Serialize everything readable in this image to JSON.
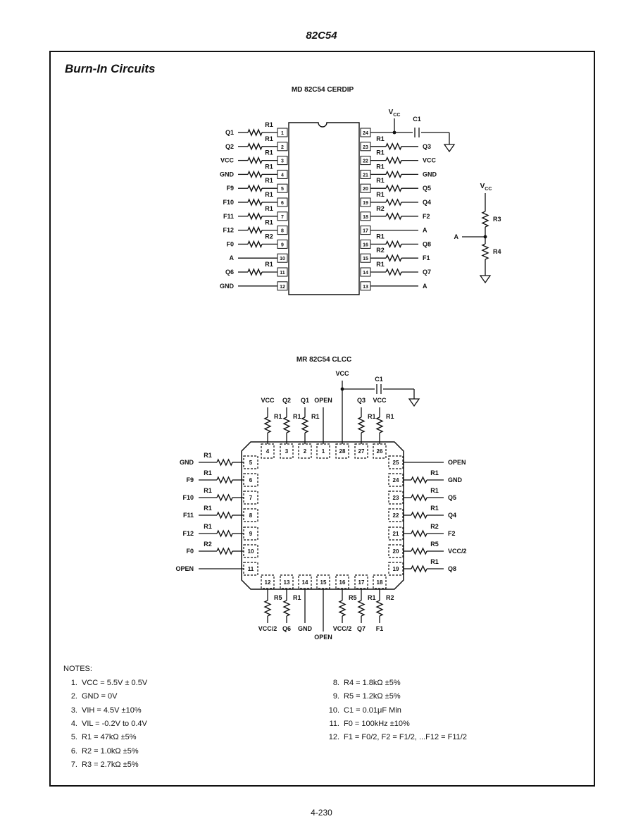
{
  "header": {
    "title": "82C54"
  },
  "section": {
    "title": "Burn-In Circuits"
  },
  "cerdip": {
    "title": "MD 82C54 CERDIP",
    "vcc": "VCC",
    "c1": "C1",
    "left_pins": [
      {
        "num": "1",
        "signal": "Q1",
        "res": "R1"
      },
      {
        "num": "2",
        "signal": "Q2",
        "res": "R1"
      },
      {
        "num": "3",
        "signal": "VCC",
        "res": "R1"
      },
      {
        "num": "4",
        "signal": "GND",
        "res": "R1"
      },
      {
        "num": "5",
        "signal": "F9",
        "res": "R1"
      },
      {
        "num": "6",
        "signal": "F10",
        "res": "R1"
      },
      {
        "num": "7",
        "signal": "F11",
        "res": "R1"
      },
      {
        "num": "8",
        "signal": "F12",
        "res": "R1"
      },
      {
        "num": "9",
        "signal": "F0",
        "res": "R2"
      },
      {
        "num": "10",
        "signal": "A",
        "res": ""
      },
      {
        "num": "11",
        "signal": "Q6",
        "res": "R1"
      },
      {
        "num": "12",
        "signal": "GND",
        "res": ""
      }
    ],
    "right_pins": [
      {
        "num": "24",
        "signal": "",
        "res": ""
      },
      {
        "num": "23",
        "signal": "Q3",
        "res": "R1"
      },
      {
        "num": "22",
        "signal": "VCC",
        "res": "R1"
      },
      {
        "num": "21",
        "signal": "GND",
        "res": "R1"
      },
      {
        "num": "20",
        "signal": "Q5",
        "res": "R1"
      },
      {
        "num": "19",
        "signal": "Q4",
        "res": "R1"
      },
      {
        "num": "18",
        "signal": "F2",
        "res": "R2"
      },
      {
        "num": "17",
        "signal": "A",
        "res": ""
      },
      {
        "num": "16",
        "signal": "Q8",
        "res": "R1"
      },
      {
        "num": "15",
        "signal": "F1",
        "res": "R2"
      },
      {
        "num": "14",
        "signal": "Q7",
        "res": "R1"
      },
      {
        "num": "13",
        "signal": "A",
        "res": ""
      }
    ]
  },
  "divider": {
    "vcc": "VCC",
    "a": "A",
    "r_top": "R3",
    "r_bottom": "R4"
  },
  "clcc": {
    "title": "MR 82C54 CLCC",
    "vcc": "VCC",
    "c1": "C1",
    "top_pins": [
      {
        "num": "4",
        "signal": "VCC",
        "res": "R1"
      },
      {
        "num": "3",
        "signal": "Q2",
        "res": "R1"
      },
      {
        "num": "2",
        "signal": "Q1",
        "res": "R1"
      },
      {
        "num": "1",
        "signal": "OPEN",
        "res": ""
      },
      {
        "num": "28",
        "signal": "",
        "res": ""
      },
      {
        "num": "27",
        "signal": "Q3",
        "res": "R1"
      },
      {
        "num": "26",
        "signal": "VCC",
        "res": "R1"
      }
    ],
    "left_pins": [
      {
        "num": "5",
        "signal": "GND",
        "res": "R1"
      },
      {
        "num": "6",
        "signal": "F9",
        "res": "R1"
      },
      {
        "num": "7",
        "signal": "F10",
        "res": "R1"
      },
      {
        "num": "8",
        "signal": "F11",
        "res": "R1"
      },
      {
        "num": "9",
        "signal": "F12",
        "res": "R1"
      },
      {
        "num": "10",
        "signal": "F0",
        "res": "R2"
      },
      {
        "num": "11",
        "signal": "OPEN",
        "res": ""
      }
    ],
    "right_pins": [
      {
        "num": "25",
        "signal": "OPEN",
        "res": ""
      },
      {
        "num": "24",
        "signal": "GND",
        "res": "R1"
      },
      {
        "num": "23",
        "signal": "Q5",
        "res": "R1"
      },
      {
        "num": "22",
        "signal": "Q4",
        "res": "R1"
      },
      {
        "num": "21",
        "signal": "F2",
        "res": "R2"
      },
      {
        "num": "20",
        "signal": "VCC/2",
        "res": "R5"
      },
      {
        "num": "19",
        "signal": "Q8",
        "res": "R1"
      }
    ],
    "bottom_pins": [
      {
        "num": "12",
        "signal": "VCC/2",
        "res": "R5"
      },
      {
        "num": "13",
        "signal": "Q6",
        "res": "R1"
      },
      {
        "num": "14",
        "signal": "GND",
        "res": ""
      },
      {
        "num": "15",
        "signal": "OPEN",
        "res": ""
      },
      {
        "num": "16",
        "signal": "VCC/2",
        "res": "R5"
      },
      {
        "num": "17",
        "signal": "Q7",
        "res": "R1"
      },
      {
        "num": "18",
        "signal": "F1",
        "res": "R2"
      }
    ]
  },
  "notes": {
    "heading": "NOTES:",
    "items": [
      {
        "num": "1.",
        "text": "VCC = 5.5V ± 0.5V"
      },
      {
        "num": "2.",
        "text": "GND = 0V"
      },
      {
        "num": "3.",
        "text": "VIH = 4.5V ±10%"
      },
      {
        "num": "4.",
        "text": "VIL = -0.2V to 0.4V"
      },
      {
        "num": "5.",
        "text": "R1 = 47kΩ ±5%"
      },
      {
        "num": "6.",
        "text": "R2 = 1.0kΩ ±5%"
      },
      {
        "num": "7.",
        "text": "R3 = 2.7kΩ ±5%"
      },
      {
        "num": "8.",
        "text": "R4 = 1.8kΩ ±5%"
      },
      {
        "num": "9.",
        "text": "R5 = 1.2kΩ ±5%"
      },
      {
        "num": "10.",
        "text": "C1 = 0.01μF Min"
      },
      {
        "num": "11.",
        "text": "F0 = 100kHz ±10%"
      },
      {
        "num": "12.",
        "text": "F1 = F0/2, F2 = F1/2, ...F12 = F11/2"
      }
    ]
  },
  "footer": {
    "page_number": "4-230"
  }
}
